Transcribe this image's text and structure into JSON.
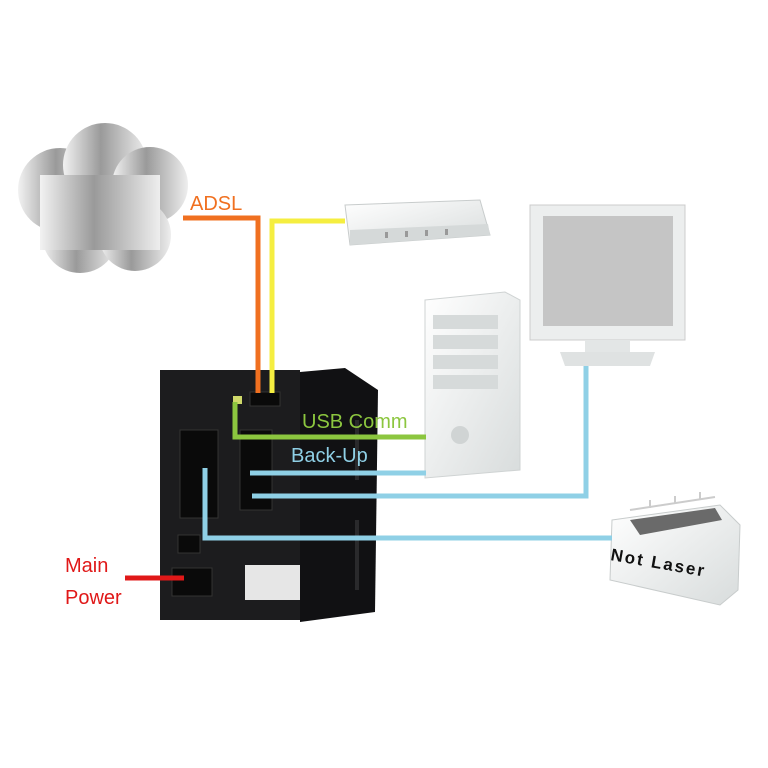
{
  "labels": {
    "adsl": "ADSL",
    "usb_comm": "USB Comm",
    "back_up": "Back-Up",
    "main": "Main",
    "power": "Power",
    "not_laser": "Not Laser"
  },
  "colors": {
    "adsl_line": "#f07020",
    "modem_line": "#f5ee40",
    "usb_line": "#8cc63f",
    "backup_line": "#8fd0e6",
    "power_line": "#e01818",
    "ups_body": "#1c1c1e"
  }
}
